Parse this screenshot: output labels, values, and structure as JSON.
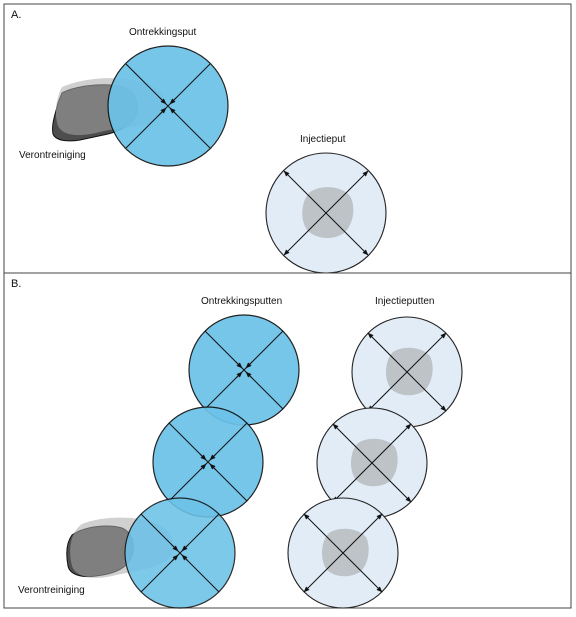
{
  "panel_a": {
    "letter": "A.",
    "label_extraction": "Ontrekkingsput",
    "label_injection": "Injectieput",
    "label_contamination": "Verontreiniging"
  },
  "panel_b": {
    "letter": "B.",
    "label_extraction": "Ontrekkingsputten",
    "label_injection": "Injectieputten",
    "label_contamination": "Verontreiniging"
  },
  "colors": {
    "extraction_fill": "#6cc2e8",
    "injection_fill": "#e1ecf7",
    "contamination": "#4d4d4d",
    "plume": "#a9a9a9"
  }
}
